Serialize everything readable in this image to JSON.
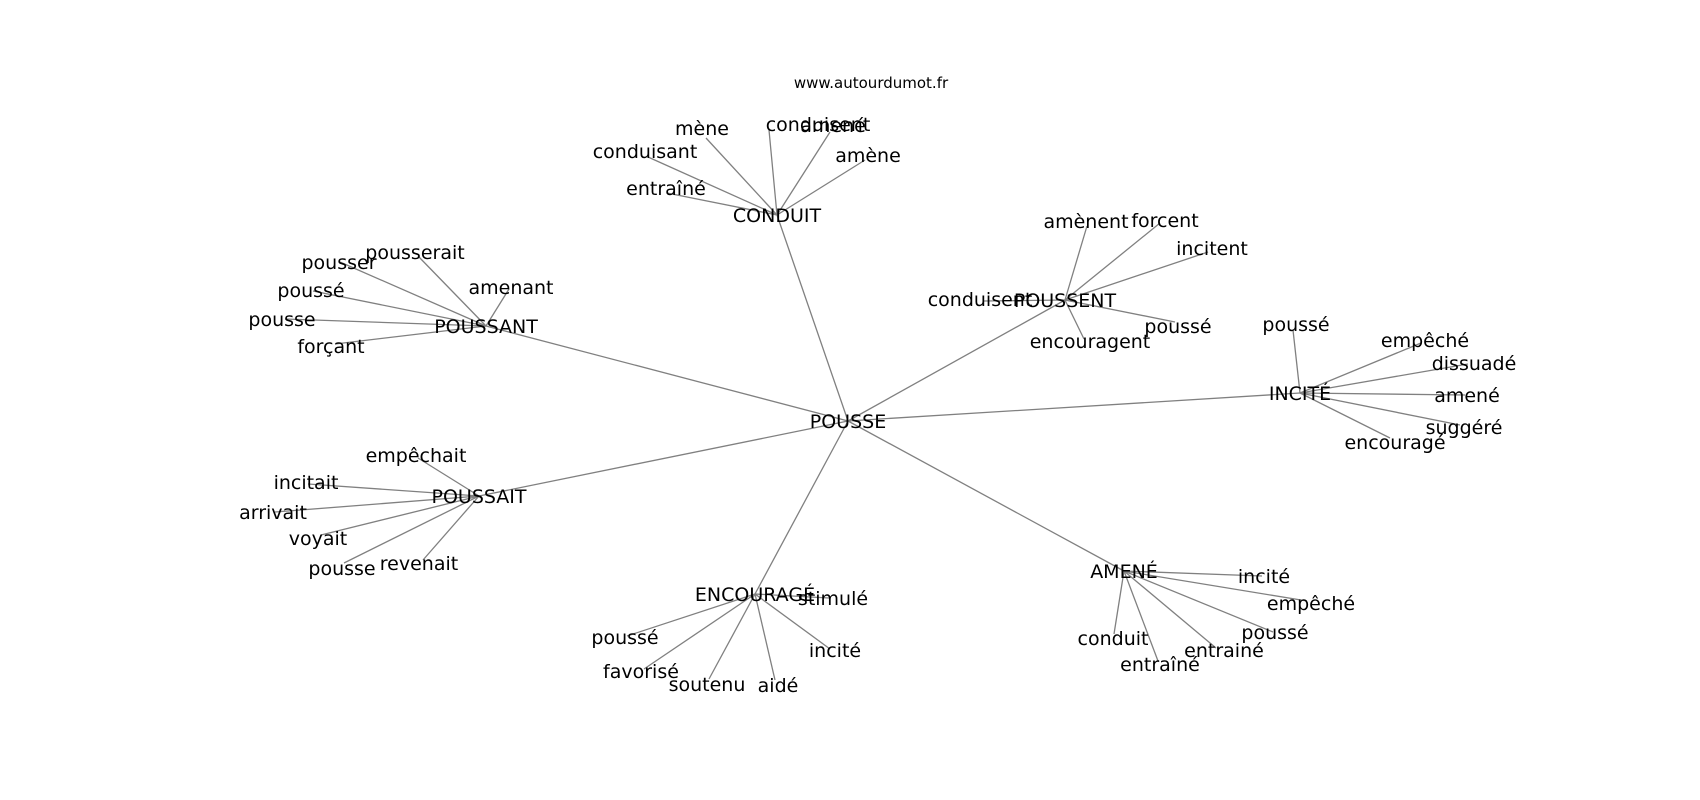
{
  "site_label": "www.autourdumot.fr",
  "center": {
    "label": "POUSSE"
  },
  "hubs": [
    {
      "id": "conduit",
      "label": "CONDUIT",
      "leaves": [
        "mène",
        "conduisent",
        "amené",
        "amène",
        "conduisant",
        "entraîné"
      ]
    },
    {
      "id": "poussent",
      "label": "POUSSENT",
      "leaves": [
        "amènent",
        "forcent",
        "incitent",
        "conduisent",
        "poussé",
        "encouragent"
      ]
    },
    {
      "id": "poussant",
      "label": "POUSSANT",
      "leaves": [
        "pousser",
        "pousserait",
        "poussé",
        "amenant",
        "pousse",
        "forçant"
      ]
    },
    {
      "id": "incite",
      "label": "INCITÉ",
      "leaves": [
        "poussé",
        "empêché",
        "dissuadé",
        "amené",
        "suggéré",
        "encouragé"
      ]
    },
    {
      "id": "poussait",
      "label": "POUSSAIT",
      "leaves": [
        "empêchait",
        "incitait",
        "arrivait",
        "voyait",
        "pousse",
        "revenait"
      ]
    },
    {
      "id": "encourage",
      "label": "ENCOURAGÉ",
      "leaves": [
        "stimulé",
        "poussé",
        "favorisé",
        "soutenu",
        "aidé",
        "incité"
      ]
    },
    {
      "id": "amene",
      "label": "AMENÉ",
      "leaves": [
        "incité",
        "empêché",
        "poussé",
        "entrainé",
        "conduit",
        "entraîné"
      ]
    }
  ]
}
